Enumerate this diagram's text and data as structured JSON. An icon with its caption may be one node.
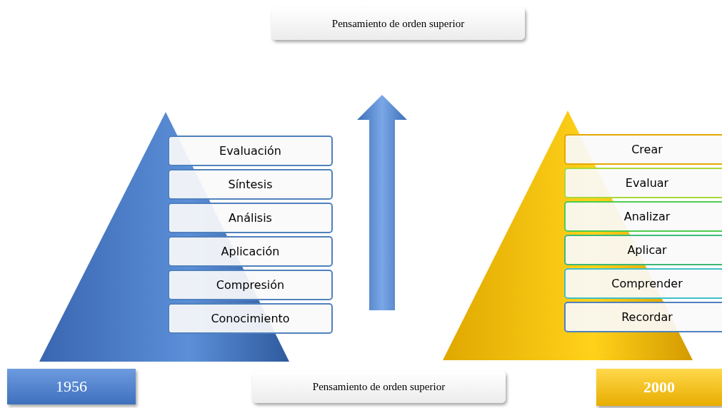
{
  "diagram": {
    "nodes": [
      {
        "text": [
          "Pensamiento de orden superior"
        ]
      },
      {
        "text": [
          "Evaluación"
        ]
      },
      {
        "text": [
          "Síntesis"
        ]
      },
      {
        "text": [
          "Análisis"
        ]
      },
      {
        "text": [
          "Aplicación"
        ]
      },
      {
        "text": [
          "Compresión"
        ]
      },
      {
        "text": [
          "Conocimiento"
        ]
      },
      {
        "text": [
          "Crear"
        ]
      },
      {
        "text": [
          "Evaluar"
        ]
      },
      {
        "text": [
          "Analizar"
        ]
      },
      {
        "text": [
          "Aplicar"
        ]
      },
      {
        "text": [
          "Comprender"
        ]
      },
      {
        "text": [
          "Recordar"
        ]
      },
      {
        "text": [
          "1956"
        ]
      },
      {
        "text": [
          "Pensamiento de orden superior"
        ]
      },
      {
        "text": [
          "2000"
        ]
      }
    ]
  }
}
